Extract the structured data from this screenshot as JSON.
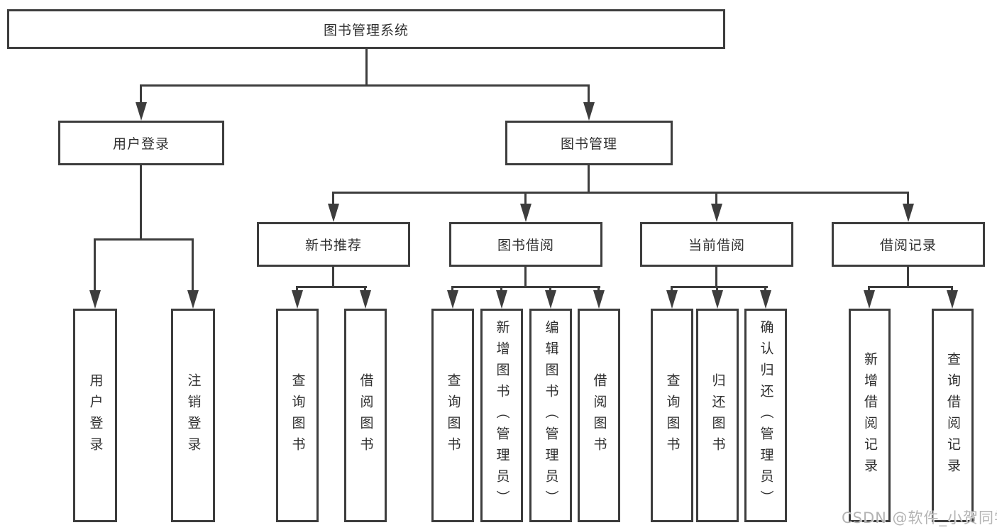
{
  "diagram": {
    "root": {
      "label": "图书管理系统"
    },
    "level2": {
      "user_login": {
        "label": "用户登录"
      },
      "book_mgmt": {
        "label": "图书管理"
      }
    },
    "level3": {
      "new_book": {
        "label": "新书推荐"
      },
      "borrowing": {
        "label": "图书借阅"
      },
      "current": {
        "label": "当前借阅"
      },
      "records": {
        "label": "借阅记录"
      }
    },
    "leaves": {
      "user_login": [
        "用户登录",
        "注销登录"
      ],
      "new_book": [
        "查询图书",
        "借阅图书"
      ],
      "borrowing": [
        "查询图书",
        "新增图书（管理员）",
        "编辑图书（管理员）",
        "借阅图书"
      ],
      "current": [
        "查询图书",
        "归还图书",
        "确认归还（管理员）"
      ],
      "records": [
        "新增借阅记录",
        "查询借阅记录"
      ]
    }
  },
  "watermark": {
    "text": "CSDN @软件_小贺同学"
  },
  "colors": {
    "line": "#3d3d3d",
    "text": "#2f2f2f",
    "watermark": "#b4b4b4",
    "background": "#ffffff"
  }
}
